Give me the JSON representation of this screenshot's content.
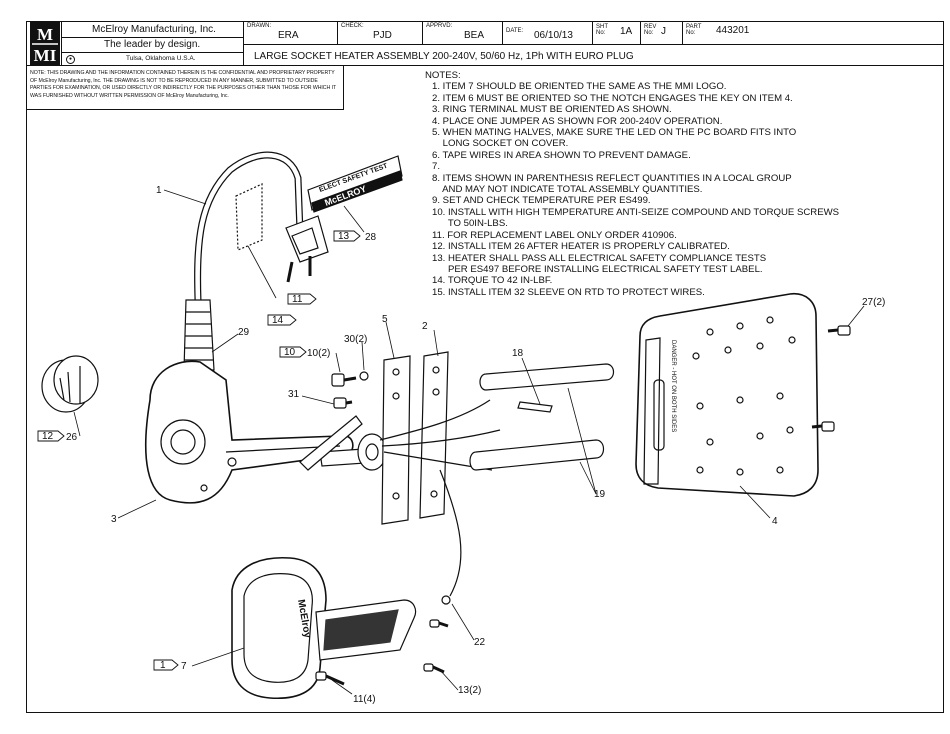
{
  "company": {
    "logo_text": "MMI",
    "name": "McElroy Manufacturing, Inc.",
    "tagline": "The leader by design.",
    "location": "Tulsa, Oklahoma U.S.A."
  },
  "confidentiality_notice": "NOTE: THIS DRAWING AND THE INFORMATION CONTAINED THEREIN IS THE CONFIDENTIAL AND PROPRIETARY PROPERTY OF McElroy Manufacturing, Inc. THE DRAWING IS NOT TO BE REPRODUCED IN ANY MANNER, SUBMITTED TO OUTSIDE PARTIES FOR EXAMINATION, OR USED DIRECTLY OR INDIRECTLY FOR THE PURPOSES OTHER THAN THOSE FOR WHICH IT WAS FURNISHED WITHOUT WRITTEN PERMISSION OF McElroy Manufacturing, Inc.",
  "title_block": {
    "drawn_label": "DRAWN:",
    "drawn": "ERA",
    "check_label": "CHECK:",
    "check": "PJD",
    "apprvd_label": "APPRVD:",
    "apprvd": "BEA",
    "date_label": "DATE:",
    "date": "06/10/13",
    "sht_label": "SHT No:",
    "sht": "1A",
    "rev_label": "REV No:",
    "rev": "J",
    "part_label": "PART No:",
    "part": "443201",
    "title": "LARGE SOCKET HEATER ASSEMBLY 200-240V, 50/60 Hz, 1Ph WITH EURO PLUG"
  },
  "notes": {
    "heading": "NOTES:",
    "lines": [
      "1. ITEM 7 SHOULD BE ORIENTED THE SAME AS THE MMI LOGO.",
      "2. ITEM 6 MUST BE ORIENTED SO THE NOTCH ENGAGES THE KEY ON ITEM 4.",
      "3. RING TERMINAL MUST BE ORIENTED AS SHOWN.",
      "4. PLACE ONE JUMPER AS SHOWN FOR 200-240V OPERATION.",
      "5. WHEN MATING HALVES, MAKE SURE THE LED ON THE PC BOARD FITS INTO",
      "    LONG SOCKET ON COVER.",
      "6. TAPE WIRES IN AREA SHOWN TO PREVENT DAMAGE.",
      "7.",
      "8. ITEMS SHOWN IN PARENTHESIS REFLECT QUANTITIES IN A LOCAL GROUP",
      "    AND MAY NOT INDICATE TOTAL ASSEMBLY QUANTITIES.",
      "9. SET AND CHECK TEMPERATURE PER ES499.",
      "10. INSTALL WITH HIGH TEMPERATURE ANTI-SEIZE COMPOUND AND TORQUE SCREWS",
      "      TO 50IN-LBS.",
      "11. FOR REPLACEMENT LABEL ONLY ORDER 410906.",
      "12. INSTALL ITEM 26 AFTER HEATER IS PROPERLY CALIBRATED.",
      "13. HEATER SHALL PASS ALL ELECTRICAL SAFETY COMPLIANCE TESTS",
      "      PER ES497 BEFORE INSTALLING ELECTRICAL SAFETY TEST LABEL.",
      "14. TORQUE TO 42 IN-LBF.",
      "15. INSTALL ITEM 32 SLEEVE ON RTD TO PROTECT WIRES."
    ]
  },
  "drawing_text": {
    "safety_label_line1": "ELECT SAFETY TEST",
    "safety_label_line2": "McELROY",
    "plate_text": "DANGER - HOT ON BOTH SIDES",
    "handle_brand": "McElroy"
  },
  "callouts": {
    "c1": "1",
    "c2": "2",
    "c3": "3",
    "c4": "4",
    "c5": "5",
    "c7": "7",
    "c10": "10(2)",
    "c11": "11(4)",
    "c13": "13(2)",
    "c18": "18",
    "c19": "19",
    "c22": "22",
    "c26": "26",
    "c27": "27(2)",
    "c28": "28",
    "c29": "29",
    "c30": "30(2)",
    "c31": "31"
  },
  "note_flags": {
    "f11": "11",
    "f13": "13",
    "f14": "14",
    "f10": "10",
    "f12": "12",
    "f1": "1"
  }
}
